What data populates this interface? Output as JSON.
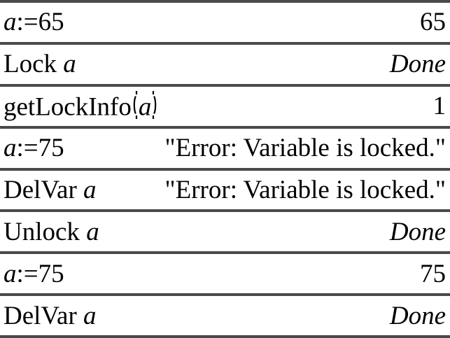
{
  "colors": {
    "background": "#ffffff",
    "text": "#000000",
    "separator": "#4a4a4a"
  },
  "history": {
    "rows": [
      {
        "input": [
          {
            "text": "a",
            "italic": true
          },
          {
            "text": ":=65",
            "italic": false
          }
        ],
        "result": {
          "text": "65",
          "italic": false
        }
      },
      {
        "input": [
          {
            "text": "Lock ",
            "italic": false
          },
          {
            "text": "a",
            "italic": true
          }
        ],
        "result": {
          "text": "Done",
          "italic": true
        }
      },
      {
        "input": [
          {
            "text": "getLockInfo",
            "italic": false
          },
          {
            "text": "(",
            "glyph": "stretch-paren-open"
          },
          {
            "text": "a",
            "italic": true
          },
          {
            "text": ")",
            "glyph": "stretch-paren-close"
          }
        ],
        "result": {
          "text": "1",
          "italic": false
        }
      },
      {
        "input": [
          {
            "text": "a",
            "italic": true
          },
          {
            "text": ":=75",
            "italic": false
          }
        ],
        "result": {
          "text": "\"Error: Variable is locked.\"",
          "italic": false
        }
      },
      {
        "input": [
          {
            "text": "DelVar ",
            "italic": false
          },
          {
            "text": "a",
            "italic": true
          }
        ],
        "result": {
          "text": "\"Error: Variable is locked.\"",
          "italic": false
        }
      },
      {
        "input": [
          {
            "text": "Unlock ",
            "italic": false
          },
          {
            "text": "a",
            "italic": true
          }
        ],
        "result": {
          "text": "Done",
          "italic": true
        }
      },
      {
        "input": [
          {
            "text": "a",
            "italic": true
          },
          {
            "text": ":=75",
            "italic": false
          }
        ],
        "result": {
          "text": "75",
          "italic": false
        }
      },
      {
        "input": [
          {
            "text": "DelVar ",
            "italic": false
          },
          {
            "text": "a",
            "italic": true
          }
        ],
        "result": {
          "text": "Done",
          "italic": true
        }
      }
    ]
  }
}
